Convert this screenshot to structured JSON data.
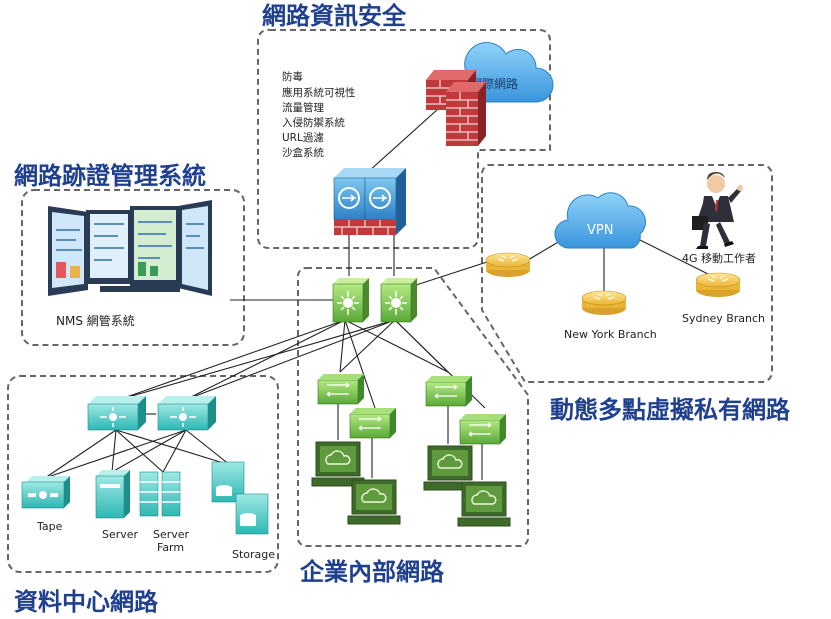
{
  "titles": {
    "security": "網路資訊安全",
    "nms_system": "網路跡證管理系統",
    "dmvpn": "動態多點虛擬私有網路",
    "enterprise": "企業內部網路",
    "datacenter": "資料中心網路"
  },
  "security_features": [
    "防毒",
    "應用系統可視性",
    "流量管理",
    "入侵防禦系統",
    "URL過濾",
    "沙盒系統"
  ],
  "labels": {
    "internet": "網際網路",
    "nms": "NMS 網管系統",
    "vpn": "VPN",
    "new_york": "New York Branch",
    "sydney": "Sydney Branch",
    "mobile_worker": "4G 移動工作者",
    "tape": "Tape",
    "server": "Server",
    "server_farm_1": "Server",
    "server_farm_2": "Farm",
    "storage": "Storage"
  },
  "colors": {
    "title": "#1f3f8f",
    "firewall": "#c0393b",
    "core_switch": "#8fd14f",
    "access_switch": "#6fbf4a",
    "dc_switch": "#47c5c2",
    "router": "#f4c84a",
    "cloud": "#4ea7e4"
  },
  "icons": [
    "cloud-icon",
    "firewall-icon",
    "security-appliance-icon",
    "core-switch-icon",
    "access-switch-icon",
    "pc-icon",
    "router-icon",
    "monitor-icon",
    "tape-icon",
    "server-icon",
    "storage-icon",
    "businessman-icon"
  ]
}
